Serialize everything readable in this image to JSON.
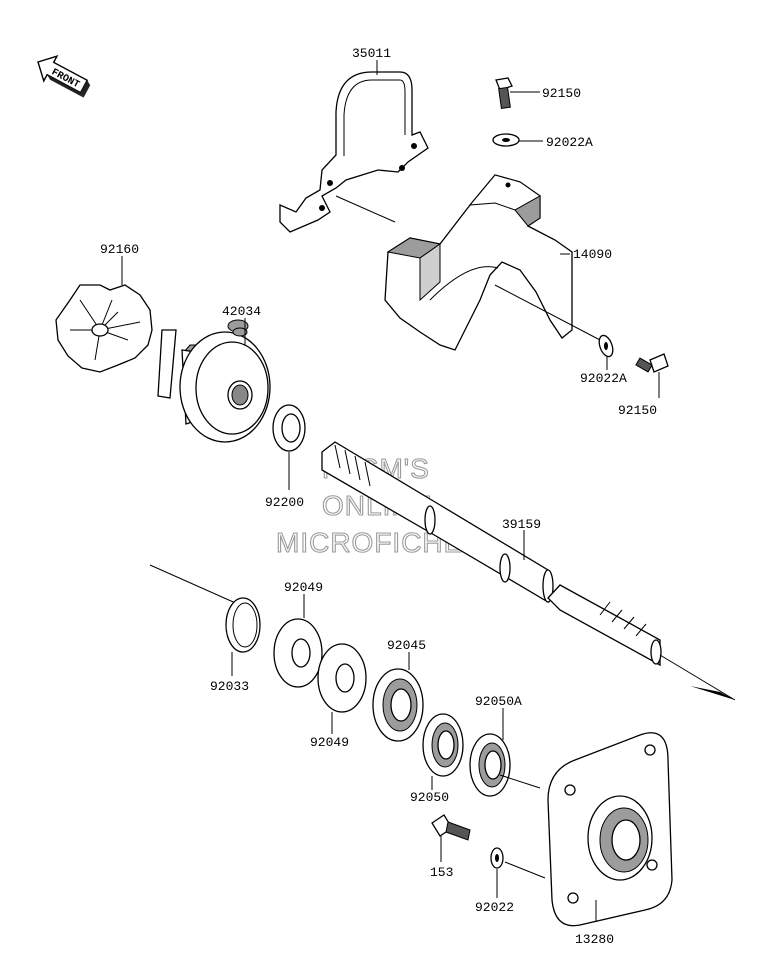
{
  "front_label": "FRONT",
  "parts": {
    "p35011": "35011",
    "p92150_top": "92150",
    "p92022A_top": "92022A",
    "p14090": "14090",
    "p92022A_bottom": "92022A",
    "p92150_bottom": "92150",
    "p92160": "92160",
    "p42034": "42034",
    "p92200": "92200",
    "p39159": "39159",
    "p92049_top": "92049",
    "p92033": "92033",
    "p92049_bottom": "92049",
    "p92045": "92045",
    "p92050A": "92050A",
    "p92050": "92050",
    "p153": "153",
    "p92022": "92022",
    "p13280": "13280"
  },
  "watermark": {
    "line1": "HLSM'S",
    "line2": "ONLINE",
    "line3": "MICROFICHE"
  }
}
